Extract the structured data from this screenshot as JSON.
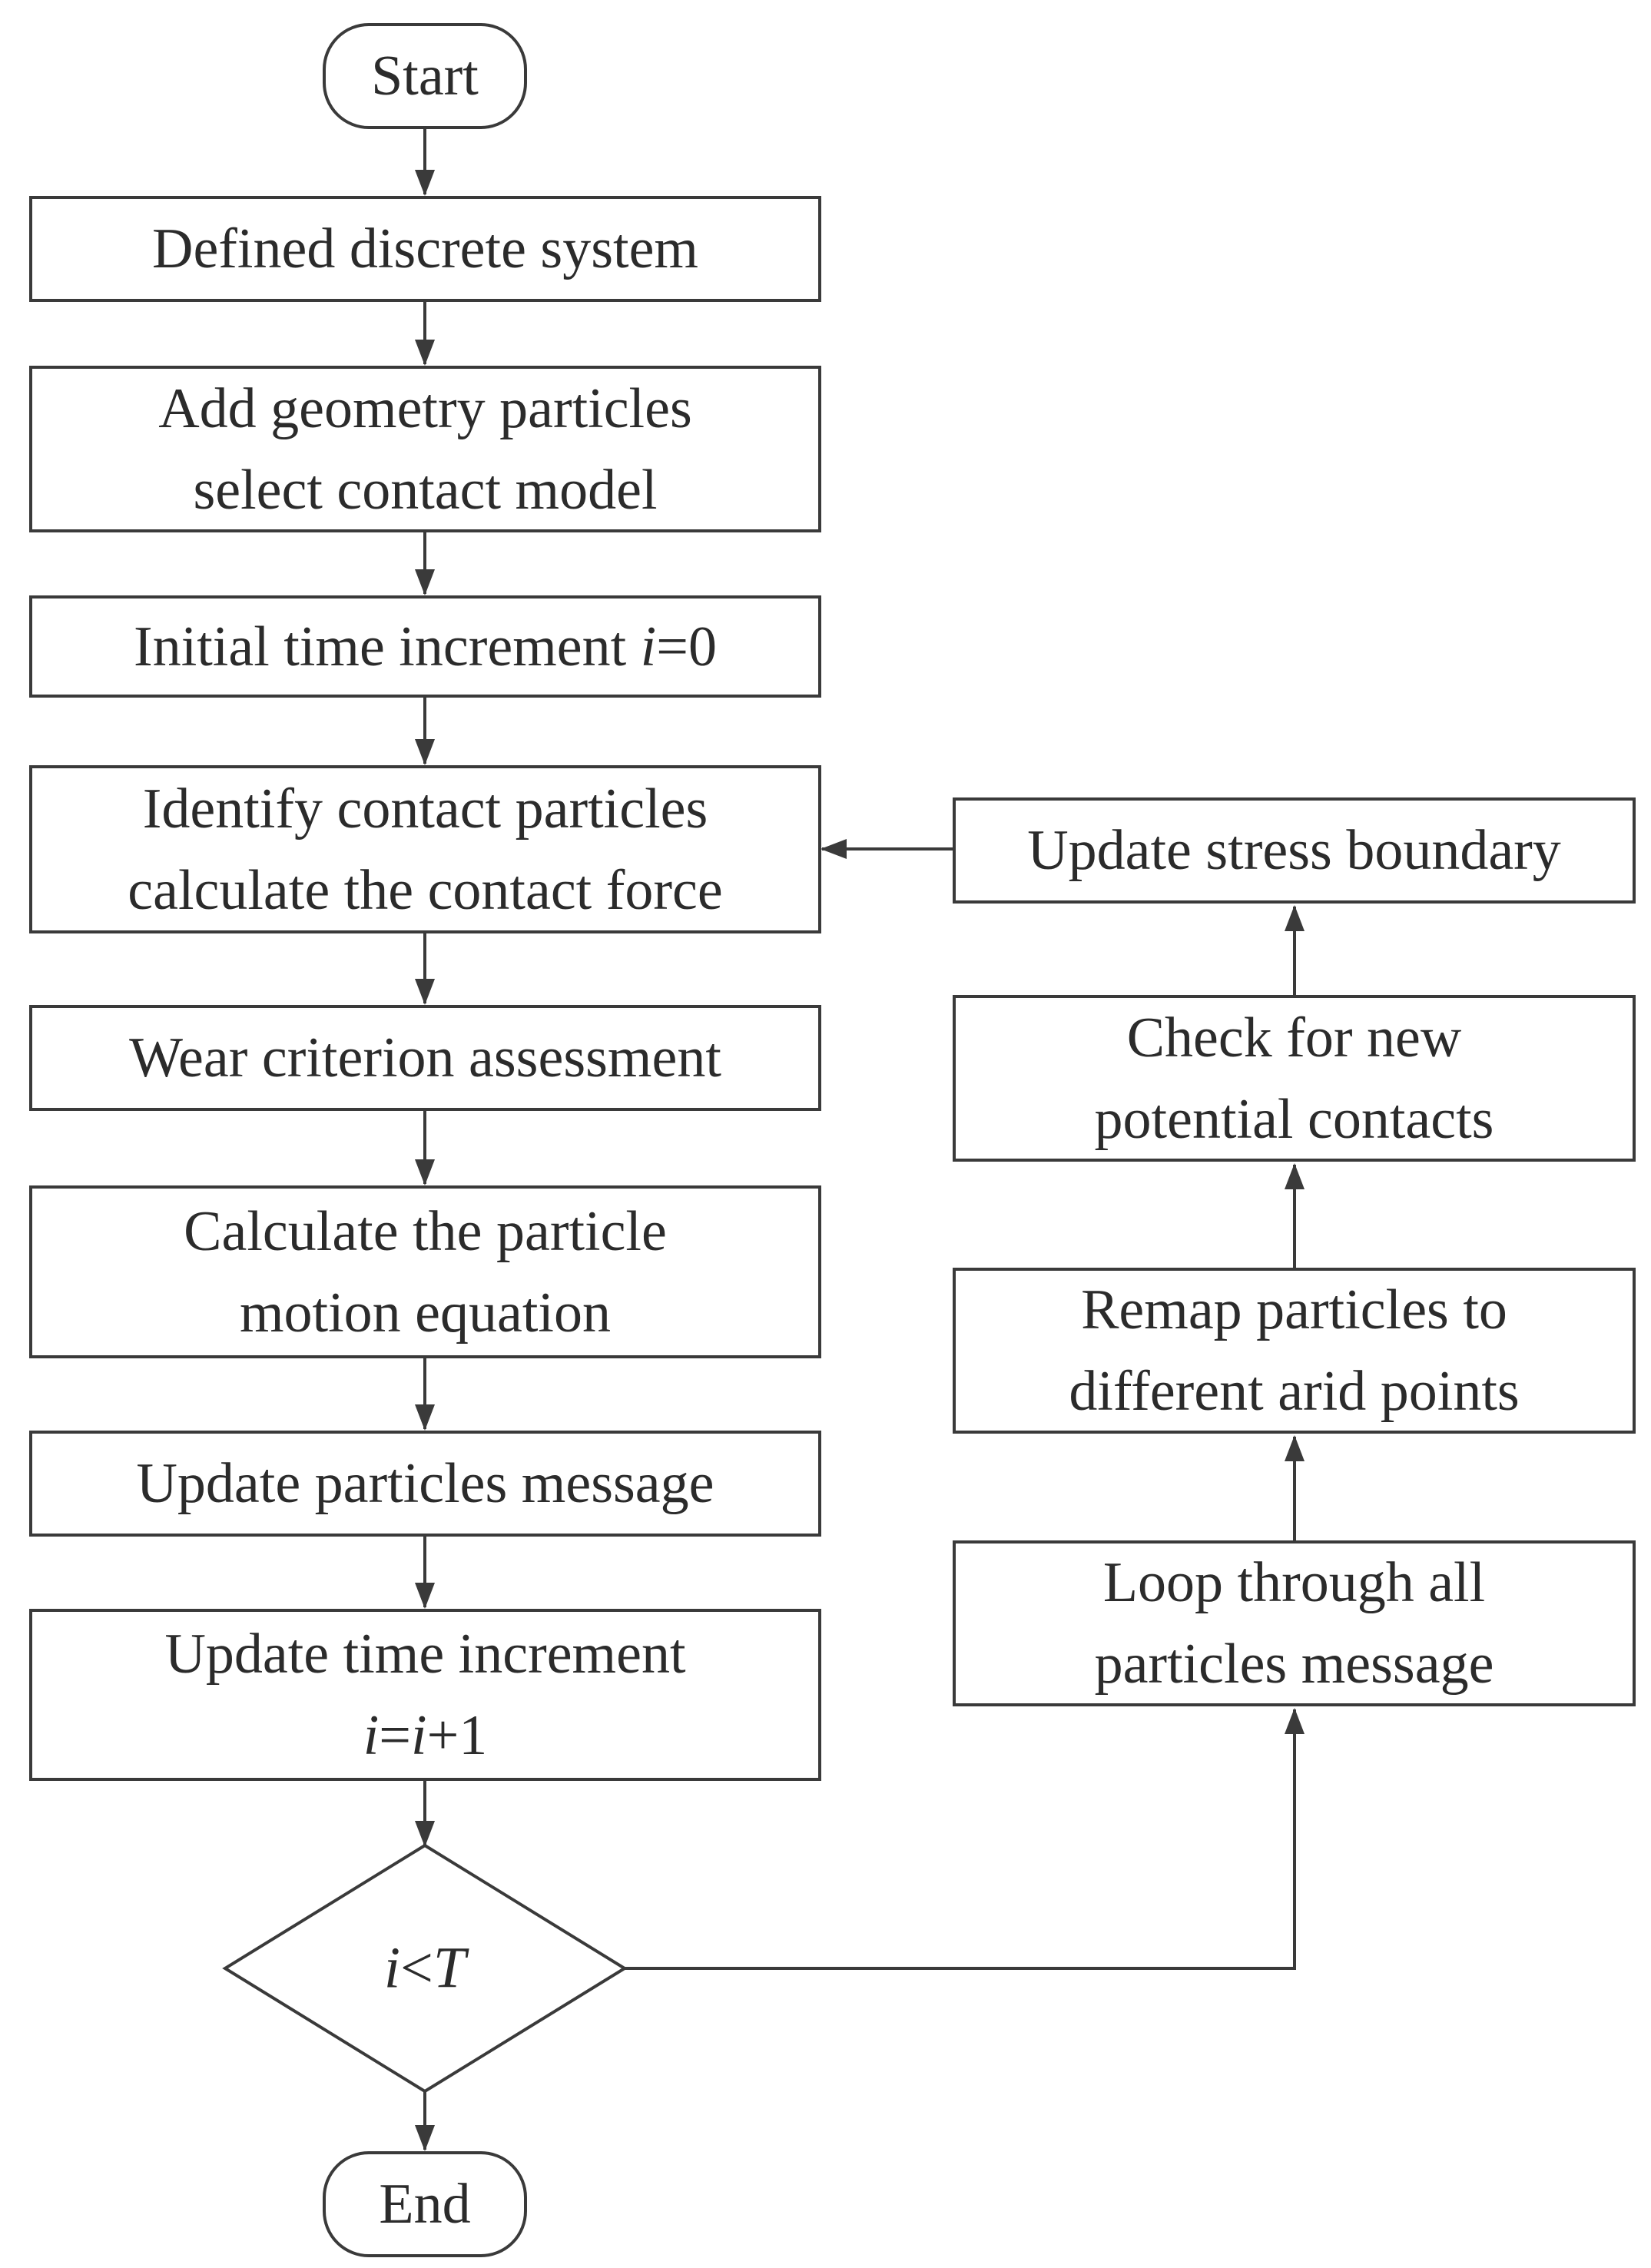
{
  "nodes": {
    "start": "Start",
    "define_system": "Defined discrete system",
    "add_geometry": [
      "Add geometry particles",
      "select contact model"
    ],
    "initial_time": {
      "text": "Initial time increment ",
      "var": "i",
      "rest": "=0"
    },
    "identify_contact": [
      "Identify contact particles",
      "calculate the contact force"
    ],
    "wear_criterion": "Wear criterion assessment",
    "calc_motion": [
      "Calculate the particle",
      "motion equation"
    ],
    "update_particles": "Update particles message",
    "update_time": {
      "line1": "Update time increment",
      "line2": {
        "var1": "i",
        "eq": "=",
        "var2": "i",
        "rest": "+1"
      }
    },
    "decision": {
      "var1": "i",
      "op": "<",
      "var2": "T"
    },
    "end": "End",
    "loop_particles": [
      "Loop through all",
      "particles message"
    ],
    "remap_particles": [
      "Remap particles to",
      "different arid points"
    ],
    "check_contacts": [
      "Check for new",
      "potential contacts"
    ],
    "update_stress": "Update stress boundary"
  },
  "edges": [
    [
      "start",
      "define_system"
    ],
    [
      "define_system",
      "add_geometry"
    ],
    [
      "add_geometry",
      "initial_time"
    ],
    [
      "initial_time",
      "identify_contact"
    ],
    [
      "identify_contact",
      "wear_criterion"
    ],
    [
      "wear_criterion",
      "calc_motion"
    ],
    [
      "calc_motion",
      "update_particles"
    ],
    [
      "update_particles",
      "update_time"
    ],
    [
      "update_time",
      "decision"
    ],
    [
      "decision",
      "end"
    ],
    [
      "decision",
      "loop_particles"
    ],
    [
      "loop_particles",
      "remap_particles"
    ],
    [
      "remap_particles",
      "check_contacts"
    ],
    [
      "check_contacts",
      "update_stress"
    ],
    [
      "update_stress",
      "identify_contact"
    ]
  ],
  "colors": {
    "stroke": "#3a3a3a",
    "text": "#2b2b2b",
    "background": "#ffffff"
  }
}
